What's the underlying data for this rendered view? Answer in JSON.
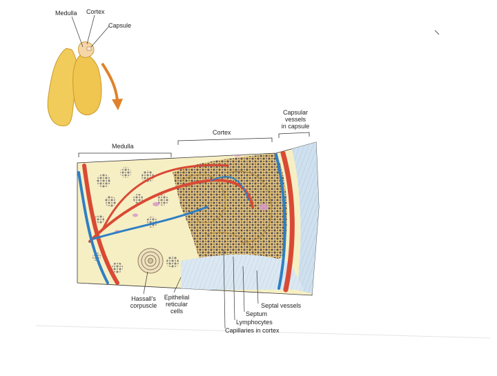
{
  "thymus_labels": {
    "medulla": "Medulla",
    "cortex": "Cortex",
    "capsule": "Capsule"
  },
  "section_labels": {
    "medulla": "Medulla",
    "cortex": "Cortex",
    "capsular_vessels": [
      "Capsular",
      "vessels",
      "in capsule"
    ]
  },
  "bottom_labels": {
    "hassalls": [
      "Hassall's",
      "corpuscle"
    ],
    "epithelial": [
      "Epithelial",
      "reticular",
      "cells"
    ],
    "septal_vessels": "Septal vessels",
    "septum": "Septum",
    "lymphocytes": "Lymphocytes",
    "capillaries": "Capillaries in cortex"
  },
  "colors": {
    "gland": "#f2cc5a",
    "medulla_fill": "#f7efc4",
    "cortex_fill": "#e7c77d",
    "artery": "#d94a35",
    "vein": "#2f7fc4",
    "capsule": "#cfe0ee",
    "lymphocyte": "#2e2a3e",
    "arrow": "#e0822a"
  }
}
